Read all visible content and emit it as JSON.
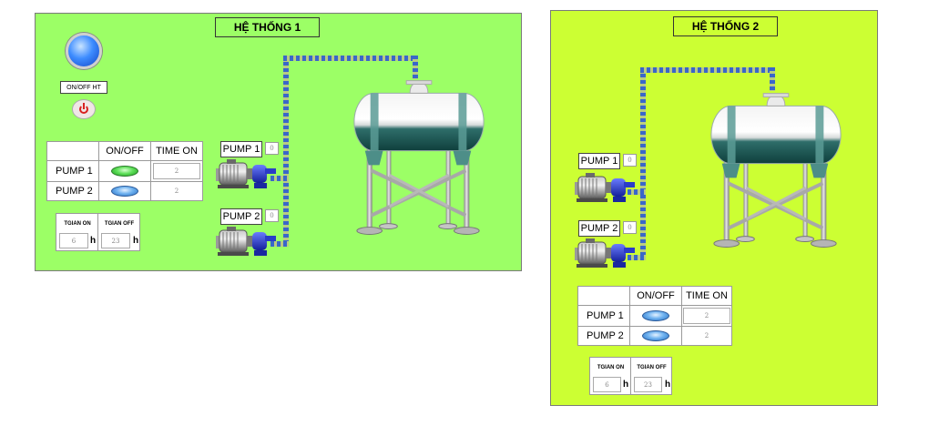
{
  "colors": {
    "system1_bg": "#9cff66",
    "system2_bg": "#ccff33",
    "pipe_blue": "#3a67c9",
    "led_on_green": "#5fe05a",
    "led_off_blue": "#6fb2f0"
  },
  "system1": {
    "title": "HỆ THỐNG 1",
    "onoff_label": "ON/OFF HT",
    "table": {
      "headers": [
        "",
        "ON/OFF",
        "TIME ON"
      ],
      "rows": [
        {
          "name": "PUMP 1",
          "state": "on",
          "time_on": "2"
        },
        {
          "name": "PUMP 2",
          "state": "off",
          "time_on": "2"
        }
      ]
    },
    "timer": {
      "on_label": "TGIAN ON",
      "off_label": "TGIAN OFF",
      "on_value": "6",
      "off_value": "23",
      "unit": "h"
    },
    "pumps": [
      {
        "label": "PUMP 1",
        "value": "0"
      },
      {
        "label": "PUMP 2",
        "value": "0"
      }
    ]
  },
  "system2": {
    "title": "HỆ THỐNG 2",
    "table": {
      "headers": [
        "",
        "ON/OFF",
        "TIME ON"
      ],
      "rows": [
        {
          "name": "PUMP 1",
          "state": "off",
          "time_on": "2"
        },
        {
          "name": "PUMP 2",
          "state": "off",
          "time_on": "2"
        }
      ]
    },
    "timer": {
      "on_label": "TGIAN ON",
      "off_label": "TGIAN OFF",
      "on_value": "6",
      "off_value": "23",
      "unit": "h"
    },
    "pumps": [
      {
        "label": "PUMP 1",
        "value": "0"
      },
      {
        "label": "PUMP 2",
        "value": "0"
      }
    ]
  }
}
